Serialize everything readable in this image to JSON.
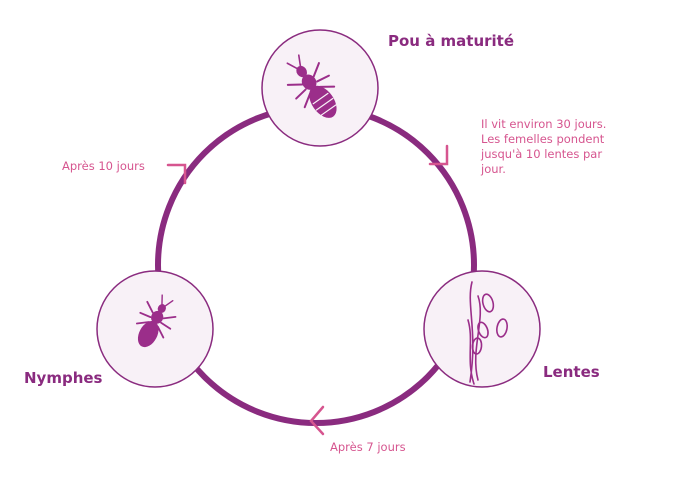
{
  "stages": {
    "adult": {
      "label": "Pou à maturité",
      "icon": "louse-adult-icon"
    },
    "nits": {
      "label": "Lentes",
      "icon": "nits-icon"
    },
    "nymphs": {
      "label": "Nymphes",
      "icon": "louse-nymph-icon"
    }
  },
  "notes": {
    "adult": [
      "Il vit environ 30 jours.",
      "Les femelles pondent",
      "jusqu'à 10 lentes par",
      "jour."
    ],
    "nymph_to_adult": "Après 10 jours",
    "nits_to_nymph": "Après 7 jours"
  },
  "colors": {
    "cycle": "#8a2b7f",
    "arrow": "#d6558f",
    "circle_fill": "#f8f1f7",
    "icon": "#9b2e8a"
  }
}
